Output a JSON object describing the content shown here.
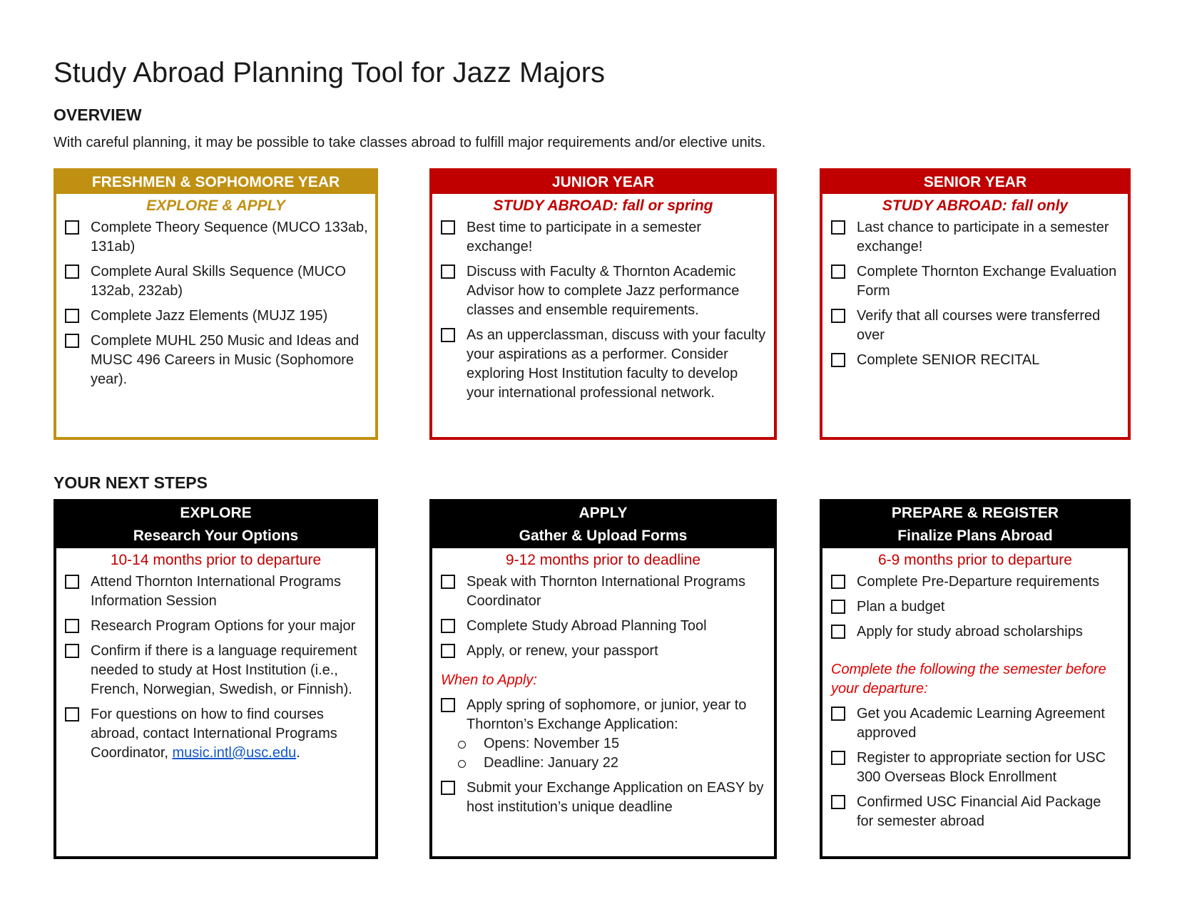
{
  "title": "Study Abroad Planning Tool for Jazz Majors",
  "overview": {
    "heading": "OVERVIEW",
    "text": "With careful planning, it may be possible to take classes abroad to fulfill major requirements and/or elective units."
  },
  "years": [
    {
      "header": "FRESHMEN & SOPHOMORE YEAR",
      "subtitle": "EXPLORE & APPLY",
      "items": [
        "Complete Theory Sequence (MUCO 133ab, 131ab)",
        "Complete Aural Skills Sequence (MUCO 132ab, 232ab)",
        "Complete Jazz Elements (MUJZ 195)",
        "Complete MUHL 250 Music and Ideas and MUSC 496 Careers in Music (Sophomore year)."
      ]
    },
    {
      "header": "JUNIOR YEAR",
      "subtitle": "STUDY ABROAD: fall or spring",
      "items": [
        "Best time to participate in a semester exchange!",
        "Discuss with Faculty & Thornton Academic Advisor how to complete Jazz performance classes and ensemble requirements.",
        "As an upperclassman, discuss with your faculty your aspirations as a performer. Consider exploring Host Institution faculty to develop your international professional network."
      ]
    },
    {
      "header": "SENIOR YEAR",
      "subtitle": "STUDY ABROAD: fall only",
      "items": [
        "Last chance to participate in a semester exchange!",
        "Complete Thornton Exchange Evaluation Form",
        "Verify that all courses were transferred over",
        "Complete SENIOR RECITAL"
      ]
    }
  ],
  "next_steps": {
    "heading": "YOUR NEXT STEPS",
    "explore": {
      "header_line1": "EXPLORE",
      "header_line2": "Research Your Options",
      "timing": "10-14 months prior to departure",
      "items": [
        "Attend Thornton International Programs Information Session",
        "Research Program Options for your major",
        "Confirm if there is a language requirement needed to study at Host Institution (i.e., French, Norwegian, Swedish, or Finnish)."
      ],
      "last_item_text": "For questions on how to find courses abroad, contact International Programs Coordinator, ",
      "last_item_link": "music.intl@usc.edu",
      "last_item_end": "."
    },
    "apply": {
      "header_line1": "APPLY",
      "header_line2": "Gather & Upload Forms",
      "timing": "9-12 months prior to deadline",
      "items": [
        "Speak with Thornton International Programs Coordinator",
        "Complete Study Abroad Planning Tool",
        "Apply, or renew, your passport"
      ],
      "note": "When to Apply:",
      "items2": [
        "Apply spring of sophomore, or junior, year to Thornton’s Exchange Application:"
      ],
      "sub_bullets": [
        "Opens: November 15",
        "Deadline: January 22"
      ],
      "items3": [
        "Submit your Exchange Application on EASY by host institution’s unique deadline"
      ]
    },
    "prepare": {
      "header_line1": "PREPARE & REGISTER",
      "header_line2": "Finalize Plans Abroad",
      "timing": "6-9 months prior to departure",
      "items": [
        "Complete Pre-Departure requirements",
        "Plan a budget",
        "Apply for study abroad scholarships"
      ],
      "note": "Complete the following the semester before your departure:",
      "items2": [
        "Get you Academic Learning Agreement approved",
        "Register to appropriate section for USC 300 Overseas Block Enrollment",
        "Confirmed USC Financial Aid Package for semester abroad"
      ]
    }
  },
  "colors": {
    "gold": "#c09012",
    "red": "#c00000",
    "black": "#000000",
    "link": "#1155cc"
  }
}
